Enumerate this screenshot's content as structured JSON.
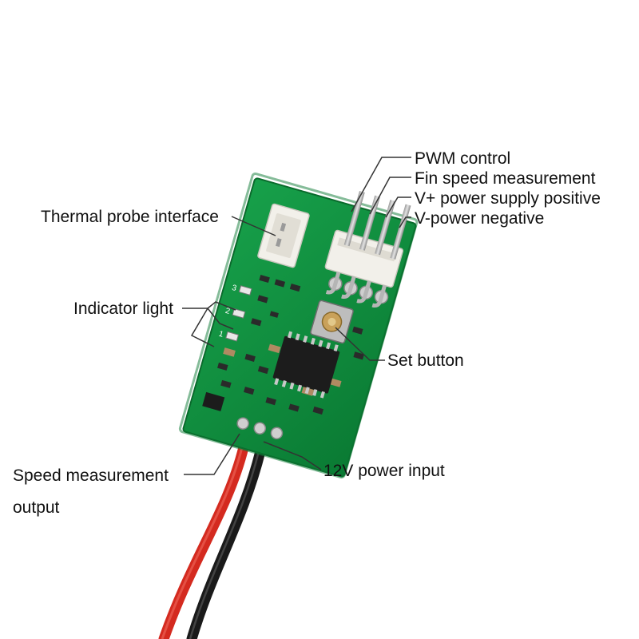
{
  "labels": {
    "pwm_control": "PWM control",
    "fin_speed": "Fin speed measurement",
    "v_plus": "V+ power supply positive",
    "v_minus": "V-power negative",
    "thermal_probe": "Thermal probe interface",
    "indicator_light": "Indicator light",
    "set_button": "Set button",
    "speed_output_line1": "Speed measurement",
    "speed_output_line2": "output",
    "power_input": "12V power input"
  },
  "board": {
    "led_numbers": [
      "3",
      "2",
      "1"
    ]
  },
  "colors": {
    "pcb": "#0e8a3c",
    "wire_red": "#d42a1f",
    "wire_black": "#1a1a1a",
    "connector": "#f2f0ea",
    "leader_line": "#333333"
  }
}
